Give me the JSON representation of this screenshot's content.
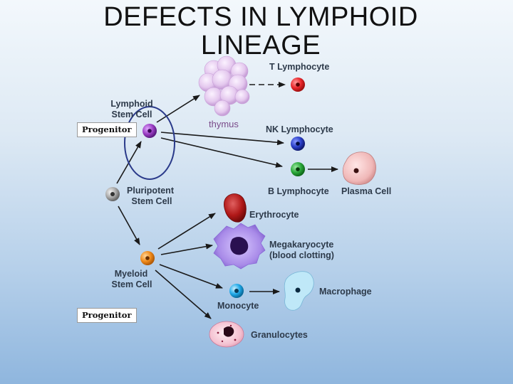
{
  "title": "DEFECTS IN LYMPHOID LINEAGE",
  "labels": {
    "t_lymphocyte": "T Lymphocyte",
    "lymphoid_stem_cell_1": "Lymphoid",
    "lymphoid_stem_cell_2": "Stem Cell",
    "thymus": "thymus",
    "nk_lymphocyte": "NK Lymphocyte",
    "pluripotent_stem_cell_1": "Pluripotent",
    "pluripotent_stem_cell_2": "Stem Cell",
    "b_lymphocyte": "B Lymphocyte",
    "plasma_cell": "Plasma Cell",
    "erythrocyte": "Erythrocyte",
    "megakaryocyte_1": "Megakaryocyte",
    "megakaryocyte_2": "(blood clotting)",
    "myeloid_stem_cell_1": "Myeloid",
    "myeloid_stem_cell_2": "Stem Cell",
    "macrophage": "Macrophage",
    "monocyte": "Monocyte",
    "granulocytes": "Granulocytes"
  },
  "progenitor_boxes": [
    "Progenitor",
    "Progenitor"
  ],
  "colors": {
    "t_cell": "#e8262a",
    "nk_cell": "#2a3fc8",
    "b_cell": "#2aa83a",
    "lymphoid_stem": "#9b3fc4",
    "myeloid_stem": "#f08a1a",
    "pluripotent": "#9a9a9a",
    "monocyte": "#1fa8e8",
    "thymus": "#dcc0e8",
    "highlight_oval": "#2a3a8a"
  }
}
